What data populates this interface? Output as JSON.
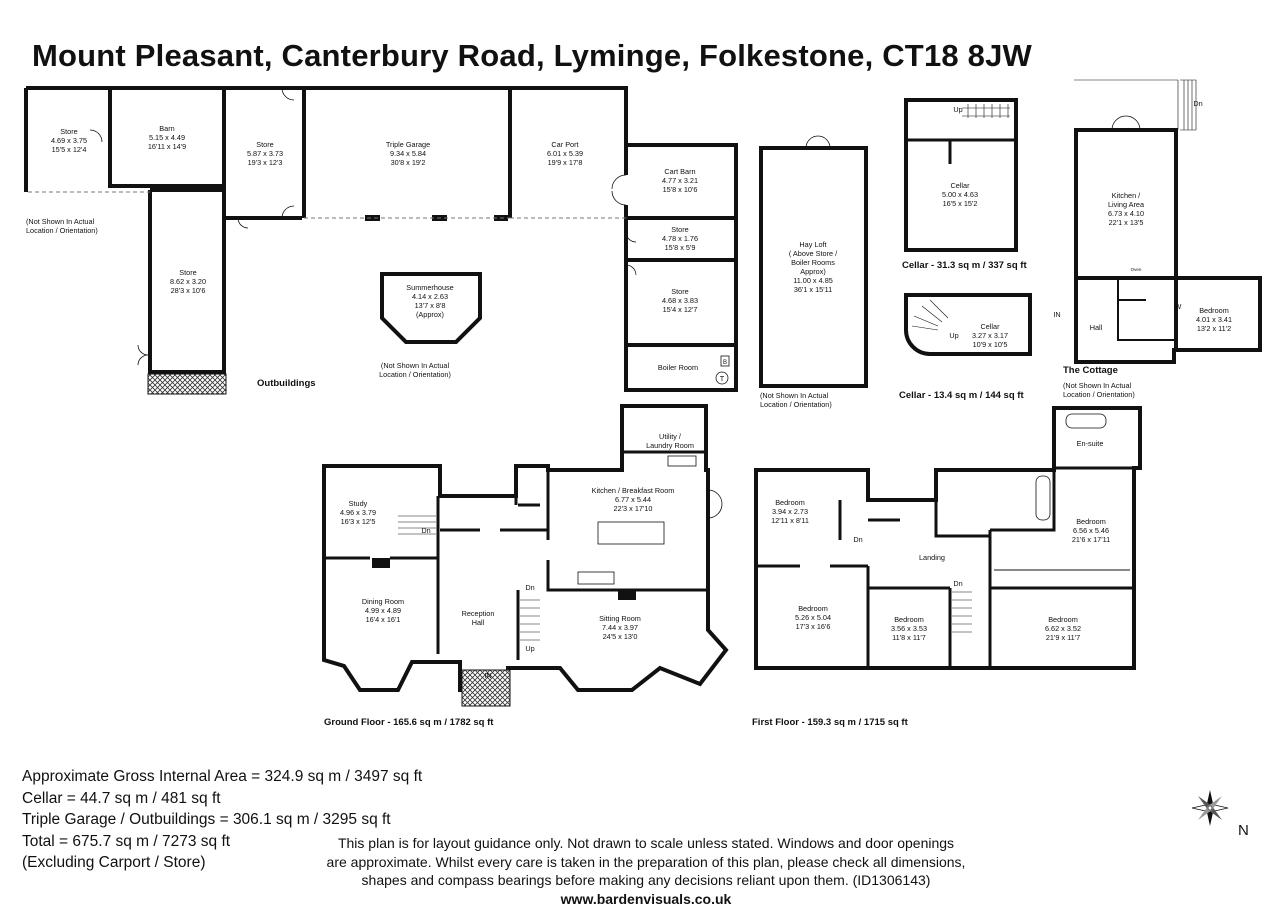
{
  "title": "Mount Pleasant, Canterbury Road, Lyminge, Folkestone, CT18 8JW",
  "rooms": {
    "store1": {
      "name": "Store",
      "dims1": "4.69 x 3.75",
      "dims2": "15'5 x 12'4"
    },
    "barn": {
      "name": "Barn",
      "dims1": "5.15 x 4.49",
      "dims2": "16'11 x 14'9"
    },
    "store2": {
      "name": "Store",
      "dims1": "5.87 x 3.73",
      "dims2": "19'3 x 12'3"
    },
    "triple_garage": {
      "name": "Triple Garage",
      "dims1": "9.34 x 5.84",
      "dims2": "30'8 x 19'2"
    },
    "car_port": {
      "name": "Car Port",
      "dims1": "6.01 x 5.39",
      "dims2": "19'9 x 17'8"
    },
    "cart_barn": {
      "name": "Cart Barn",
      "dims1": "4.77 x 3.21",
      "dims2": "15'8 x 10'6"
    },
    "store3": {
      "name": "Store",
      "dims1": "4.78 x 1.76",
      "dims2": "15'8 x 5'9"
    },
    "store4": {
      "name": "Store",
      "dims1": "4.68 x 3.83",
      "dims2": "15'4 x 12'7"
    },
    "boiler_room": {
      "name": "Boiler Room"
    },
    "store5": {
      "name": "Store",
      "dims1": "8.62 x 3.20",
      "dims2": "28'3 x 10'6"
    },
    "summerhouse": {
      "name": "Summerhouse",
      "dims1": "4.14 x 2.63",
      "dims2": "13'7 x 8'8",
      "extra": "(Approx)"
    },
    "hay_loft": {
      "name": "Hay Loft",
      "line2": "( Above Store /",
      "line3": "Boiler Rooms",
      "line4": "Approx)",
      "dims1": "11.00 x 4.85",
      "dims2": "36'1 x 15'11"
    },
    "cellar1": {
      "name": "Cellar",
      "dims1": "5.00 x 4.63",
      "dims2": "16'5 x 15'2"
    },
    "cellar2": {
      "name": "Cellar",
      "dims1": "3.27 x 3.17",
      "dims2": "10'9 x 10'5"
    },
    "cottage_kitchen": {
      "name": "Kitchen /",
      "name2": "Living Area",
      "dims1": "6.73 x 4.10",
      "dims2": "22'1 x 13'5"
    },
    "cottage_bedroom": {
      "name": "Bedroom",
      "dims1": "4.01 x 3.41",
      "dims2": "13'2 x 11'2"
    },
    "cottage_hall": {
      "name": "Hall"
    },
    "study": {
      "name": "Study",
      "dims1": "4.96 x 3.79",
      "dims2": "16'3 x 12'5"
    },
    "dining": {
      "name": "Dining Room",
      "dims1": "4.99 x 4.89",
      "dims2": "16'4 x 16'1"
    },
    "reception": {
      "name": "Reception",
      "name2": "Hall"
    },
    "kitchen": {
      "name": "Kitchen / Breakfast Room",
      "dims1": "6.77 x 5.44",
      "dims2": "22'3 x 17'10"
    },
    "utility": {
      "name": "Utility /",
      "name2": "Laundry Room"
    },
    "sitting": {
      "name": "Sitting Room",
      "dims1": "7.44 x 3.97",
      "dims2": "24'5 x 13'0"
    },
    "ff_bed1": {
      "name": "Bedroom",
      "dims1": "3.94 x 2.73",
      "dims2": "12'11 x 8'11"
    },
    "ff_bed2": {
      "name": "Bedroom",
      "dims1": "5.26 x 5.04",
      "dims2": "17'3 x 16'6"
    },
    "ff_bed3": {
      "name": "Bedroom",
      "dims1": "3.56 x 3.53",
      "dims2": "11'8 x 11'7"
    },
    "ff_bed4": {
      "name": "Bedroom",
      "dims1": "6.56 x 5.46",
      "dims2": "21'6 x 17'11"
    },
    "ff_bed5": {
      "name": "Bedroom",
      "dims1": "6.62 x 3.52",
      "dims2": "21'9 x 11'7"
    },
    "landing": {
      "name": "Landing"
    },
    "ensuite": {
      "name": "En-suite"
    }
  },
  "marks": {
    "up": "Up",
    "dn": "Dn",
    "in": "IN",
    "w": "W",
    "t": "T",
    "b": "B",
    "oven": "Oven"
  },
  "notes": {
    "not_shown_1": "(Not Shown In Actual",
    "not_shown_2": "Location / Orientation)"
  },
  "captions": {
    "outbuildings": "Outbuildings",
    "cellar_a": "Cellar - 31.3 sq m / 337 sq ft",
    "cellar_b": "Cellar - 13.4 sq m / 144 sq ft",
    "cottage": "The Cottage",
    "ground_floor": "Ground Floor - 165.6 sq m / 1782 sq ft",
    "first_floor": "First Floor - 159.3 sq m / 1715 sq ft"
  },
  "compass": {
    "label": "N"
  },
  "areas": {
    "gia": "Approximate Gross Internal Area = 324.9 sq m / 3497 sq ft",
    "cellar": "Cellar = 44.7 sq m / 481 sq ft",
    "garage": "Triple Garage / Outbuildings = 306.1 sq m / 3295 sq ft",
    "total": "Total = 675.7 sq m / 7273 sq ft",
    "excluding": "(Excluding Carport / Store)"
  },
  "disclaimer": {
    "line1": "This plan is for layout guidance only. Not drawn to scale unless stated. Windows and door openings",
    "line2": "are approximate. Whilst every care is taken in the preparation of this plan, please check all dimensions,",
    "line3": "shapes and compass bearings before making any decisions reliant upon them. (ID1306143)",
    "website": "www.bardenvisuals.co.uk"
  },
  "colors": {
    "wall": "#111111",
    "background": "#ffffff",
    "window": "#aaaaaa",
    "hatch": "#333333"
  }
}
